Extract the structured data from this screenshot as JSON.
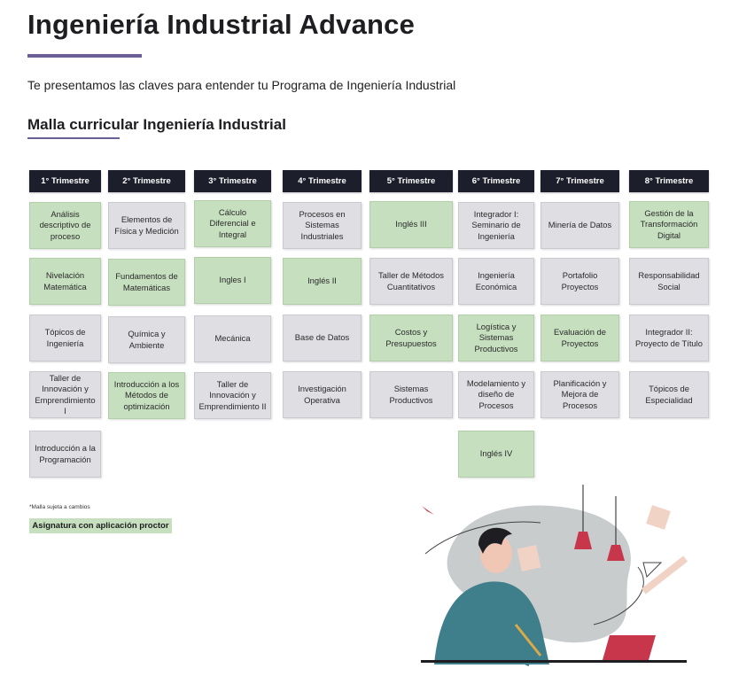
{
  "header": {
    "title": "Ingeniería Industrial Advance",
    "intro": "Te presentamos las claves para entender tu Programa de Ingeniería Industrial",
    "subtitle": "Malla curricular Ingeniería Industrial"
  },
  "trimesters": [
    {
      "label": "1° Trimestre",
      "courses": [
        {
          "name": "Análisis descriptivo de proceso",
          "proctor": true
        },
        {
          "name": "Nivelación Matemática",
          "proctor": true
        },
        {
          "name": "Tópicos de Ingeniería",
          "proctor": false
        },
        {
          "name": "Taller de Innovación y Emprendimiento I",
          "proctor": false
        },
        {
          "name": "Introducción a la Programación",
          "proctor": false
        }
      ]
    },
    {
      "label": "2° Trimestre",
      "courses": [
        {
          "name": "Elementos de Física y Medición",
          "proctor": false
        },
        {
          "name": "Fundamentos de Matemáticas",
          "proctor": true
        },
        {
          "name": "Química y Ambiente",
          "proctor": false
        },
        {
          "name": "Introducción a los Métodos de optimización",
          "proctor": true
        }
      ]
    },
    {
      "label": "3° Trimestre",
      "courses": [
        {
          "name": "Cálculo Diferencial e Integral",
          "proctor": true
        },
        {
          "name": "Ingles I",
          "proctor": true
        },
        {
          "name": "Mecánica",
          "proctor": false
        },
        {
          "name": "Taller de Innovación y Emprendimiento II",
          "proctor": false
        }
      ]
    },
    {
      "label": "4° Trimestre",
      "courses": [
        {
          "name": "Procesos en Sistemas Industriales",
          "proctor": false
        },
        {
          "name": "Inglés II",
          "proctor": true
        },
        {
          "name": "Base de Datos",
          "proctor": false
        },
        {
          "name": "Investigación Operativa",
          "proctor": false
        }
      ]
    },
    {
      "label": "5° Trimestre",
      "courses": [
        {
          "name": "Inglés III",
          "proctor": true
        },
        {
          "name": "Taller de Métodos Cuantitativos",
          "proctor": false
        },
        {
          "name": "Costos y Presupuestos",
          "proctor": true
        },
        {
          "name": "Sistemas Productivos",
          "proctor": false
        }
      ]
    },
    {
      "label": "6° Trimestre",
      "courses": [
        {
          "name": "Integrador I: Seminario de Ingeniería",
          "proctor": false
        },
        {
          "name": "Ingeniería Económica",
          "proctor": false
        },
        {
          "name": "Logística y Sistemas Productivos",
          "proctor": true
        },
        {
          "name": "Modelamiento y diseño de Procesos",
          "proctor": false
        },
        {
          "name": "Inglés IV",
          "proctor": true
        }
      ]
    },
    {
      "label": "7° Trimestre",
      "courses": [
        {
          "name": "Minería de Datos",
          "proctor": false
        },
        {
          "name": "Portafolio Proyectos",
          "proctor": false
        },
        {
          "name": "Evaluación de Proyectos",
          "proctor": true
        },
        {
          "name": "Planificación y Mejora de Procesos",
          "proctor": false
        }
      ]
    },
    {
      "label": "8° Trimestre",
      "courses": [
        {
          "name": "Gestión de la Transformación Digital",
          "proctor": true
        },
        {
          "name": "Responsabilidad Social",
          "proctor": false
        },
        {
          "name": "Integrador II: Proyecto de Título",
          "proctor": false
        },
        {
          "name": "Tópicos de Especialidad",
          "proctor": false
        }
      ]
    }
  ],
  "footer": {
    "note": "*Malla sujeta a cambios",
    "legend": "Asignatura con aplicación proctor"
  },
  "colors": {
    "header_bg": "#1d1e2b",
    "proctor": "#c6dfbf",
    "regular": "#dedee3",
    "accent": "#6b5f96"
  }
}
